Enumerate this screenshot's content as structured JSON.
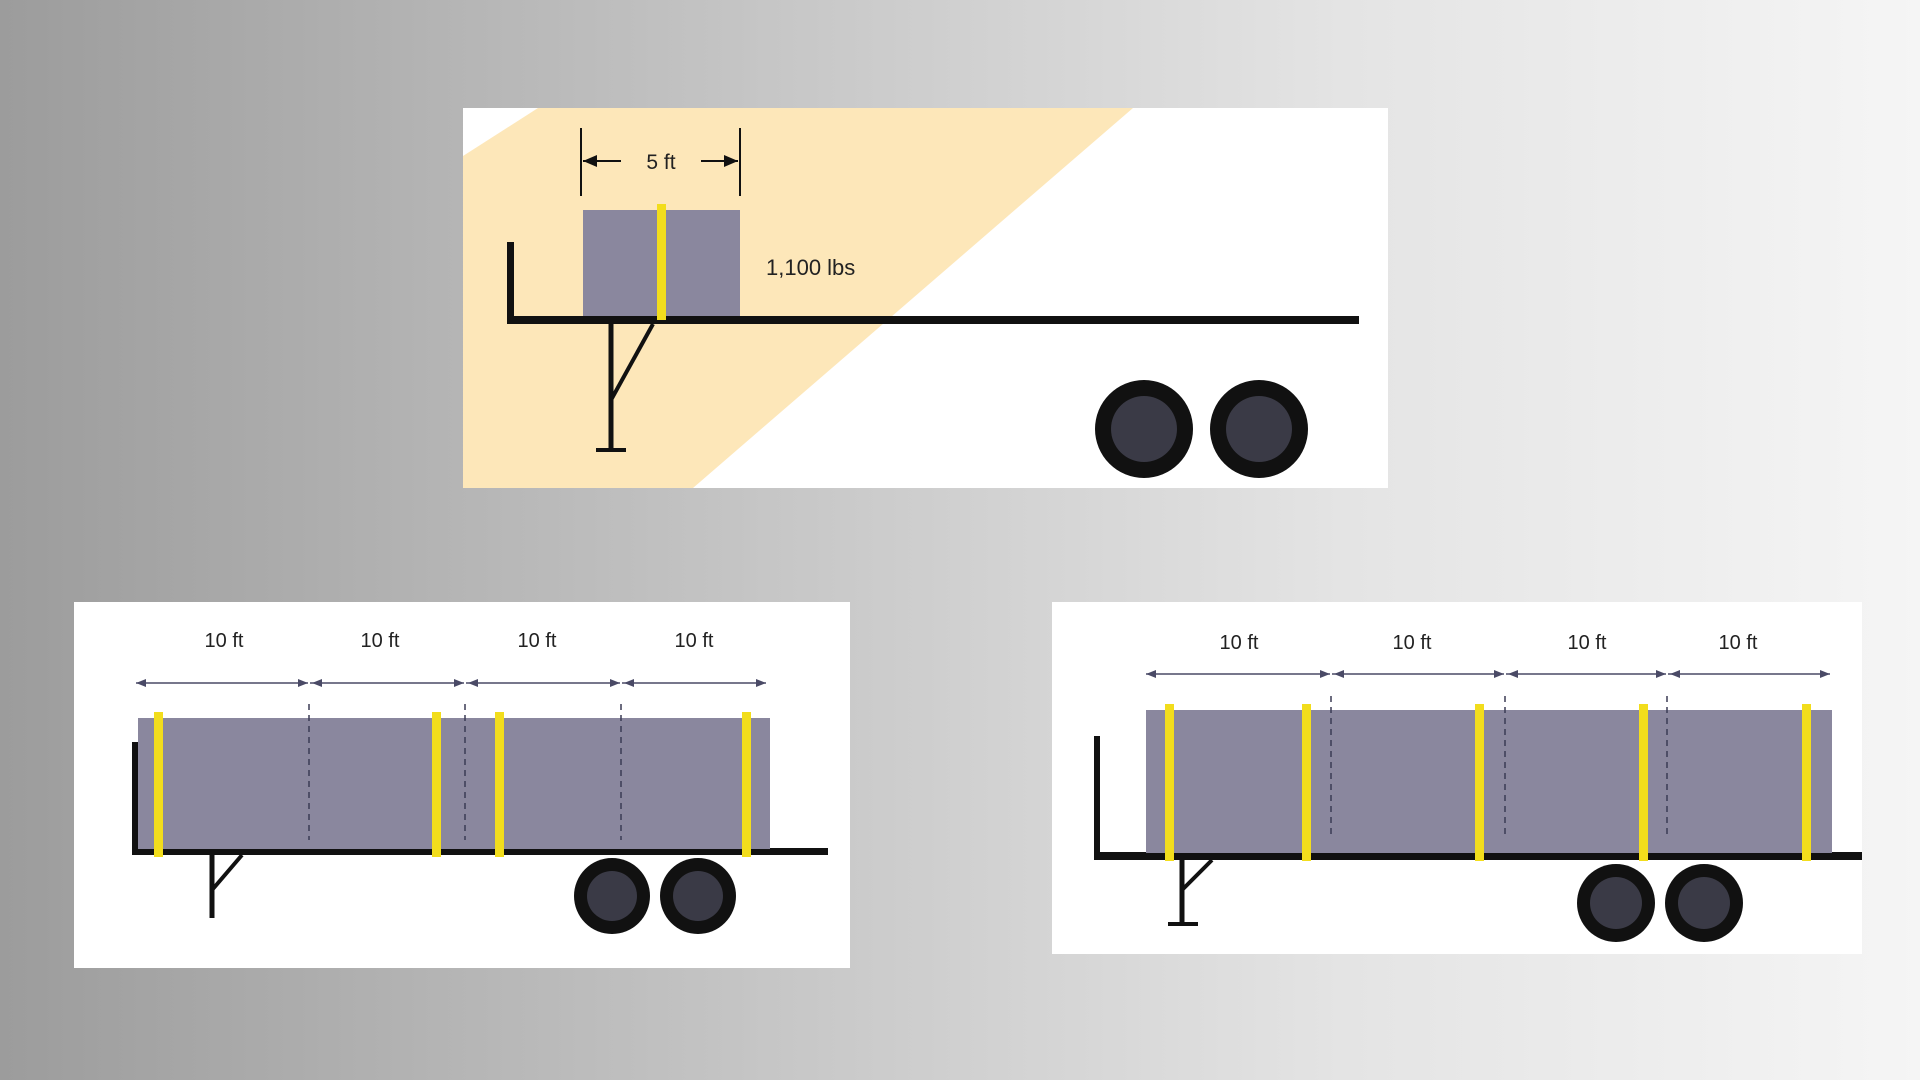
{
  "figures": [
    {
      "id": "single-load",
      "load_width_label": "5 ft",
      "weight_label": "1,100 lbs",
      "tiedowns": 1
    },
    {
      "id": "long-load-with-bulkhead",
      "segment_labels": [
        "10 ft",
        "10 ft",
        "10 ft",
        "10 ft"
      ],
      "tiedowns": 4
    },
    {
      "id": "long-load-without-bulkhead",
      "segment_labels": [
        "10 ft",
        "10 ft",
        "10 ft",
        "10 ft"
      ],
      "tiedowns": 5
    }
  ],
  "colors": {
    "cargo": "#8a879e",
    "tiedown": "#f2dd1c",
    "trailer": "#111111",
    "highlight": "#fde7b9",
    "wheel": "#3a3a46"
  }
}
